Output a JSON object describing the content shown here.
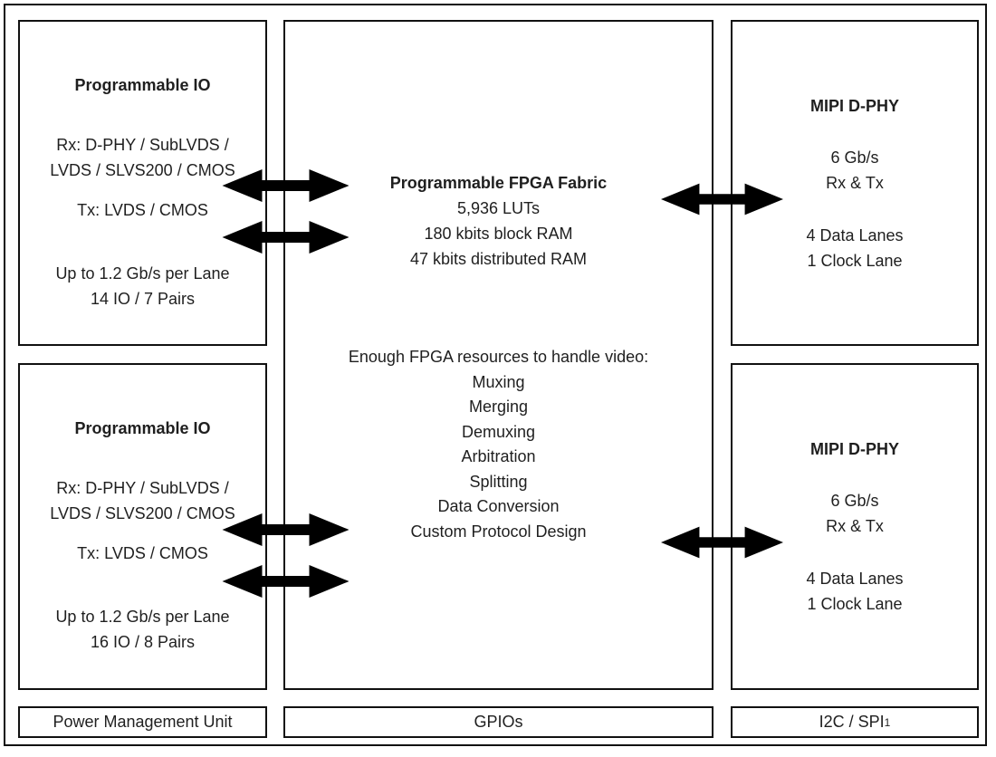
{
  "diagram": {
    "left_column": {
      "io_top": {
        "title": "Programmable IO",
        "rx_line1": "Rx: D-PHY / SubLVDS /",
        "rx_line2": "LVDS / SLVS200 / CMOS",
        "tx": "Tx: LVDS / CMOS",
        "speed": "Up to 1.2 Gb/s per Lane",
        "pairs": "14 IO / 7 Pairs"
      },
      "io_bottom": {
        "title": "Programmable IO",
        "rx_line1": "Rx: D-PHY / SubLVDS /",
        "rx_line2": "LVDS / SLVS200 / CMOS",
        "tx": "Tx: LVDS / CMOS",
        "speed": "Up to 1.2 Gb/s per Lane",
        "pairs": "16 IO / 8 Pairs"
      },
      "strip": "Power Management Unit"
    },
    "center": {
      "fabric": {
        "title": "Programmable FPGA Fabric",
        "lines": [
          "5,936 LUTs",
          "180 kbits block RAM",
          "47 kbits distributed RAM"
        ]
      },
      "resources": {
        "intro": "Enough FPGA resources to handle video:",
        "items": [
          "Muxing",
          "Merging",
          "Demuxing",
          "Arbitration",
          "Splitting",
          "Data Conversion",
          "Custom Protocol Design"
        ]
      },
      "strip": "GPIOs"
    },
    "right_column": {
      "dphy_top": {
        "title": "MIPI D-PHY",
        "speed": "6 Gb/s",
        "direction": "Rx & Tx",
        "data_lanes": "4 Data Lanes",
        "clock_lane": "1 Clock Lane"
      },
      "dphy_bottom": {
        "title": "MIPI D-PHY",
        "speed": "6 Gb/s",
        "direction": "Rx & Tx",
        "data_lanes": "4 Data Lanes",
        "clock_lane": "1 Clock Lane"
      },
      "strip": {
        "label": "I2C / SPI",
        "superscript": "1"
      }
    },
    "colors": {
      "line": "#111111",
      "text": "#1f1f1f",
      "background": "#ffffff"
    }
  }
}
